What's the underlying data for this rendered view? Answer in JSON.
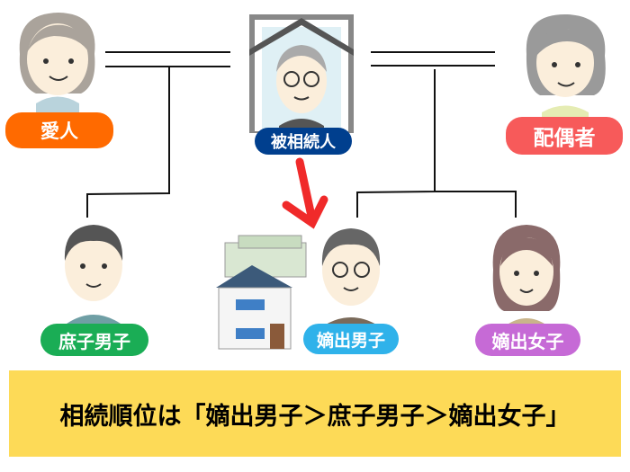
{
  "people": {
    "mistress": {
      "label": "愛人",
      "color": "#ff6a00"
    },
    "deceased": {
      "label": "被相続人",
      "color": "#003f8e"
    },
    "spouse": {
      "label": "配偶者",
      "color": "#f75a5a"
    },
    "illegitimate_son": {
      "label": "庶子男子",
      "color": "#1aad55"
    },
    "legitimate_son": {
      "label": "嫡出男子",
      "color": "#2fb2ea"
    },
    "legitimate_daughter": {
      "label": "嫡出女子",
      "color": "#c66ad6"
    }
  },
  "banner": {
    "text": "相続順位は「嫡出男子＞庶子男子＞嫡出女子」",
    "color": "#fdda57"
  },
  "arrow_color": "#f02a2a"
}
